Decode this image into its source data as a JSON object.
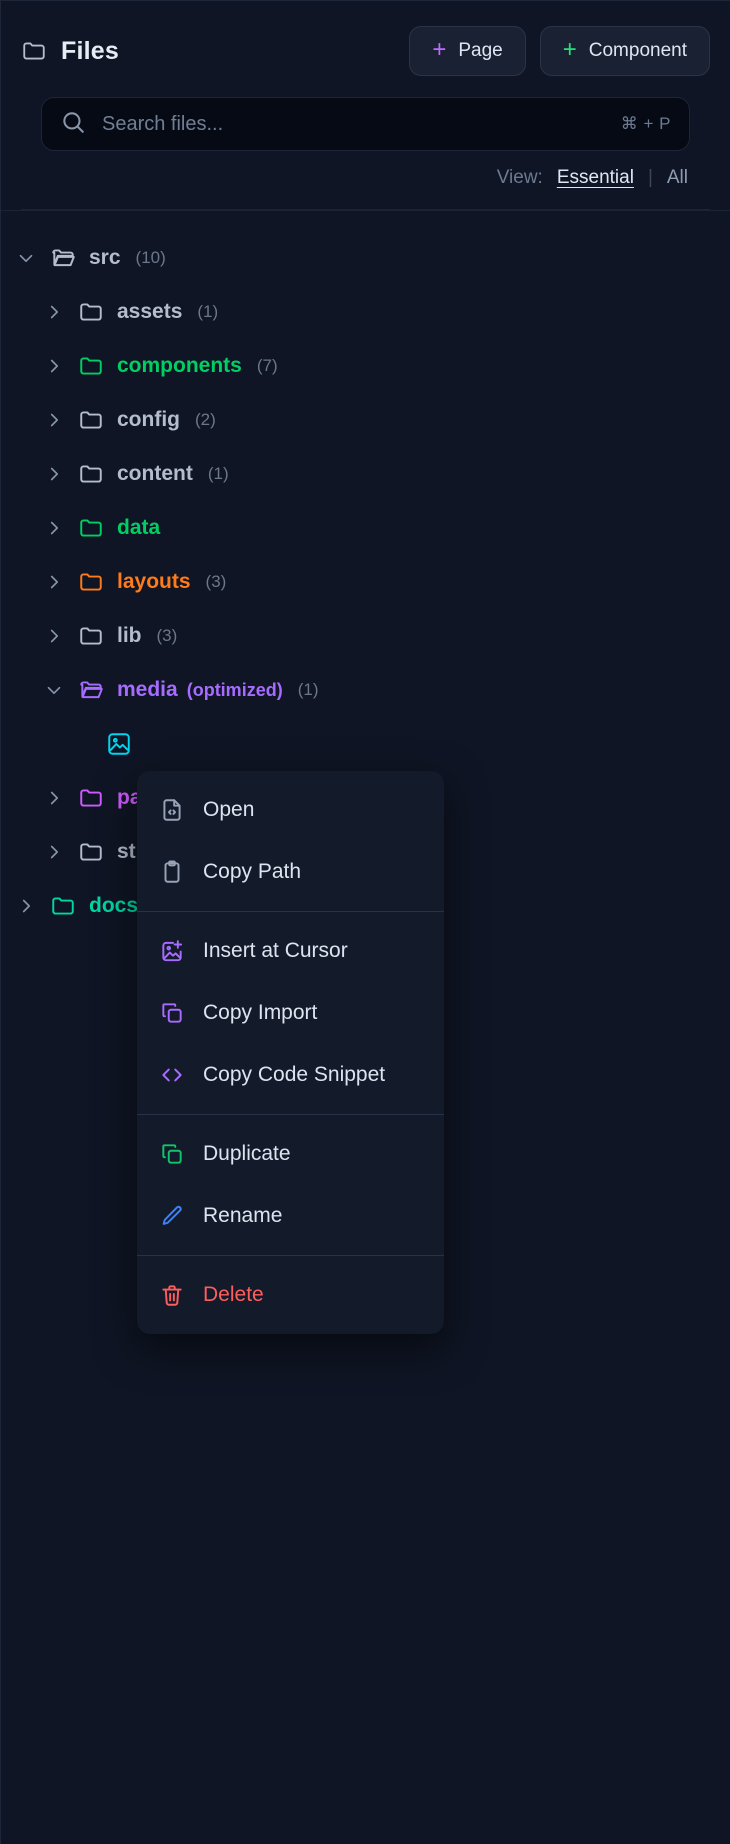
{
  "header": {
    "title": "Files",
    "folder_icon": "folder-icon",
    "buttons": [
      {
        "label": "Page",
        "icon": "plus-icon",
        "accent": "#c06bff"
      },
      {
        "label": "Component",
        "icon": "plus-icon",
        "accent": "#28e07a"
      }
    ]
  },
  "search": {
    "placeholder": "Search files...",
    "icon": "search-icon",
    "shortcut": "⌘ + P"
  },
  "view": {
    "label": "View:",
    "separator": "|",
    "options": [
      {
        "label": "Essential",
        "active": true
      },
      {
        "label": "All",
        "active": false
      }
    ]
  },
  "tree": [
    {
      "name": "src",
      "tag": "",
      "count": "(10)",
      "depth": 0,
      "expanded": true,
      "type": "folder-open",
      "color": "c-default",
      "chevron": "chevron-down-icon"
    },
    {
      "name": "assets",
      "tag": "",
      "count": "(1)",
      "depth": 1,
      "expanded": false,
      "type": "folder",
      "color": "c-default",
      "chevron": "chevron-right-icon"
    },
    {
      "name": "components",
      "tag": "",
      "count": "(7)",
      "depth": 1,
      "expanded": false,
      "type": "folder",
      "color": "c-green",
      "chevron": "chevron-right-icon"
    },
    {
      "name": "config",
      "tag": "",
      "count": "(2)",
      "depth": 1,
      "expanded": false,
      "type": "folder",
      "color": "c-default",
      "chevron": "chevron-right-icon"
    },
    {
      "name": "content",
      "tag": "",
      "count": "(1)",
      "depth": 1,
      "expanded": false,
      "type": "folder",
      "color": "c-default",
      "chevron": "chevron-right-icon"
    },
    {
      "name": "data",
      "tag": "",
      "count": "",
      "depth": 1,
      "expanded": false,
      "type": "folder",
      "color": "c-green",
      "chevron": "chevron-right-icon"
    },
    {
      "name": "layouts",
      "tag": "",
      "count": "(3)",
      "depth": 1,
      "expanded": false,
      "type": "folder",
      "color": "c-orange",
      "chevron": "chevron-right-icon"
    },
    {
      "name": "lib",
      "tag": "",
      "count": "(3)",
      "depth": 1,
      "expanded": false,
      "type": "folder",
      "color": "c-default",
      "chevron": "chevron-right-icon"
    },
    {
      "name": "media",
      "tag": "(optimized)",
      "count": "(1)",
      "depth": 1,
      "expanded": true,
      "type": "folder-open",
      "color": "c-violet",
      "chevron": "chevron-down-icon"
    },
    {
      "name": "",
      "tag": "",
      "count": "",
      "depth": 2,
      "expanded": false,
      "type": "image",
      "color": "c-cyan",
      "chevron": ""
    },
    {
      "name": "pa",
      "tag": "",
      "count": "",
      "depth": 1,
      "expanded": false,
      "type": "folder",
      "color": "c-magenta",
      "chevron": "chevron-right-icon"
    },
    {
      "name": "st",
      "tag": "",
      "count": "",
      "depth": 1,
      "expanded": false,
      "type": "folder",
      "color": "c-default",
      "chevron": "chevron-right-icon"
    },
    {
      "name": "docs",
      "tag": "",
      "count": "",
      "depth": 0,
      "expanded": false,
      "type": "folder",
      "color": "c-teal",
      "chevron": "chevron-right-icon"
    }
  ],
  "context_menu": {
    "groups": [
      {
        "items": [
          {
            "label": "Open",
            "icon": "file-code-icon",
            "tone": "mi-gray",
            "text_tone": ""
          },
          {
            "label": "Copy Path",
            "icon": "clipboard-icon",
            "tone": "mi-gray",
            "text_tone": ""
          }
        ]
      },
      {
        "items": [
          {
            "label": "Insert at Cursor",
            "icon": "image-plus-icon",
            "tone": "mi-violet",
            "text_tone": ""
          },
          {
            "label": "Copy Import",
            "icon": "copy-icon",
            "tone": "mi-violet",
            "text_tone": ""
          },
          {
            "label": "Copy Code Snippet",
            "icon": "code-icon",
            "tone": "mi-violet",
            "text_tone": ""
          }
        ]
      },
      {
        "items": [
          {
            "label": "Duplicate",
            "icon": "copy-icon",
            "tone": "mi-green",
            "text_tone": ""
          },
          {
            "label": "Rename",
            "icon": "pencil-icon",
            "tone": "mi-blue",
            "text_tone": ""
          }
        ]
      },
      {
        "items": [
          {
            "label": "Delete",
            "icon": "trash-icon",
            "tone": "mi-red",
            "text_tone": "txt-red"
          }
        ]
      }
    ]
  },
  "colors": {
    "background": "#0f1524",
    "panel_border": "#1e2739",
    "menu_background": "#131a2a",
    "accent_violet": "#a66bff",
    "accent_green": "#00cf63",
    "accent_orange": "#ff7a18",
    "accent_cyan": "#00d5f2",
    "accent_teal": "#00d6a3",
    "danger": "#ff5d5d"
  }
}
